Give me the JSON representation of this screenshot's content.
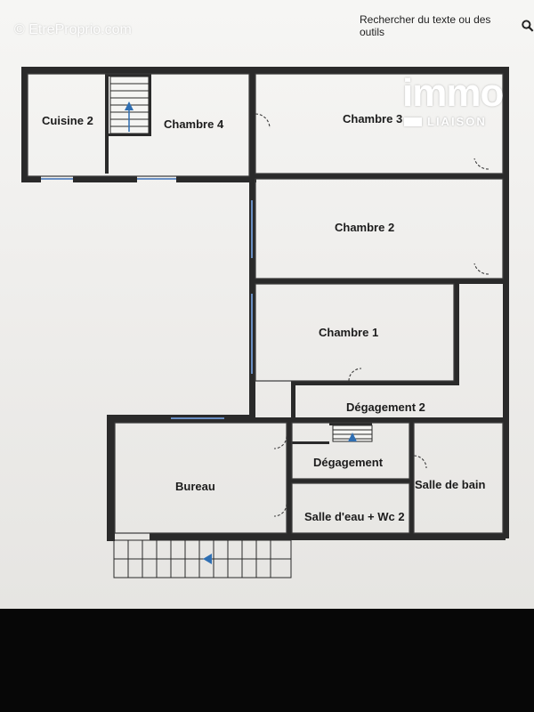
{
  "watermark": "© EtreProprio.com",
  "search_bar": {
    "text": "Rechercher du texte ou des outils",
    "icon": "search-icon"
  },
  "logo": {
    "main": "immo",
    "sub": "LIAISON"
  },
  "rooms": {
    "cuisine2": "Cuisine 2",
    "chambre4": "Chambre 4",
    "chambre3": "Chambre 3",
    "chambre2": "Chambre 2",
    "chambre1": "Chambre 1",
    "degagement2": "Dégagement 2",
    "degagement": "Dégagement",
    "bureau": "Bureau",
    "salle_de_bain": "Salle de bain",
    "salle_eau_wc2": "Salle d'eau + Wc 2"
  },
  "colors": {
    "wall": "#2a2a2a",
    "window": "#6a8fc4",
    "arrow": "#2f6fb3",
    "background": "#efeeec"
  }
}
